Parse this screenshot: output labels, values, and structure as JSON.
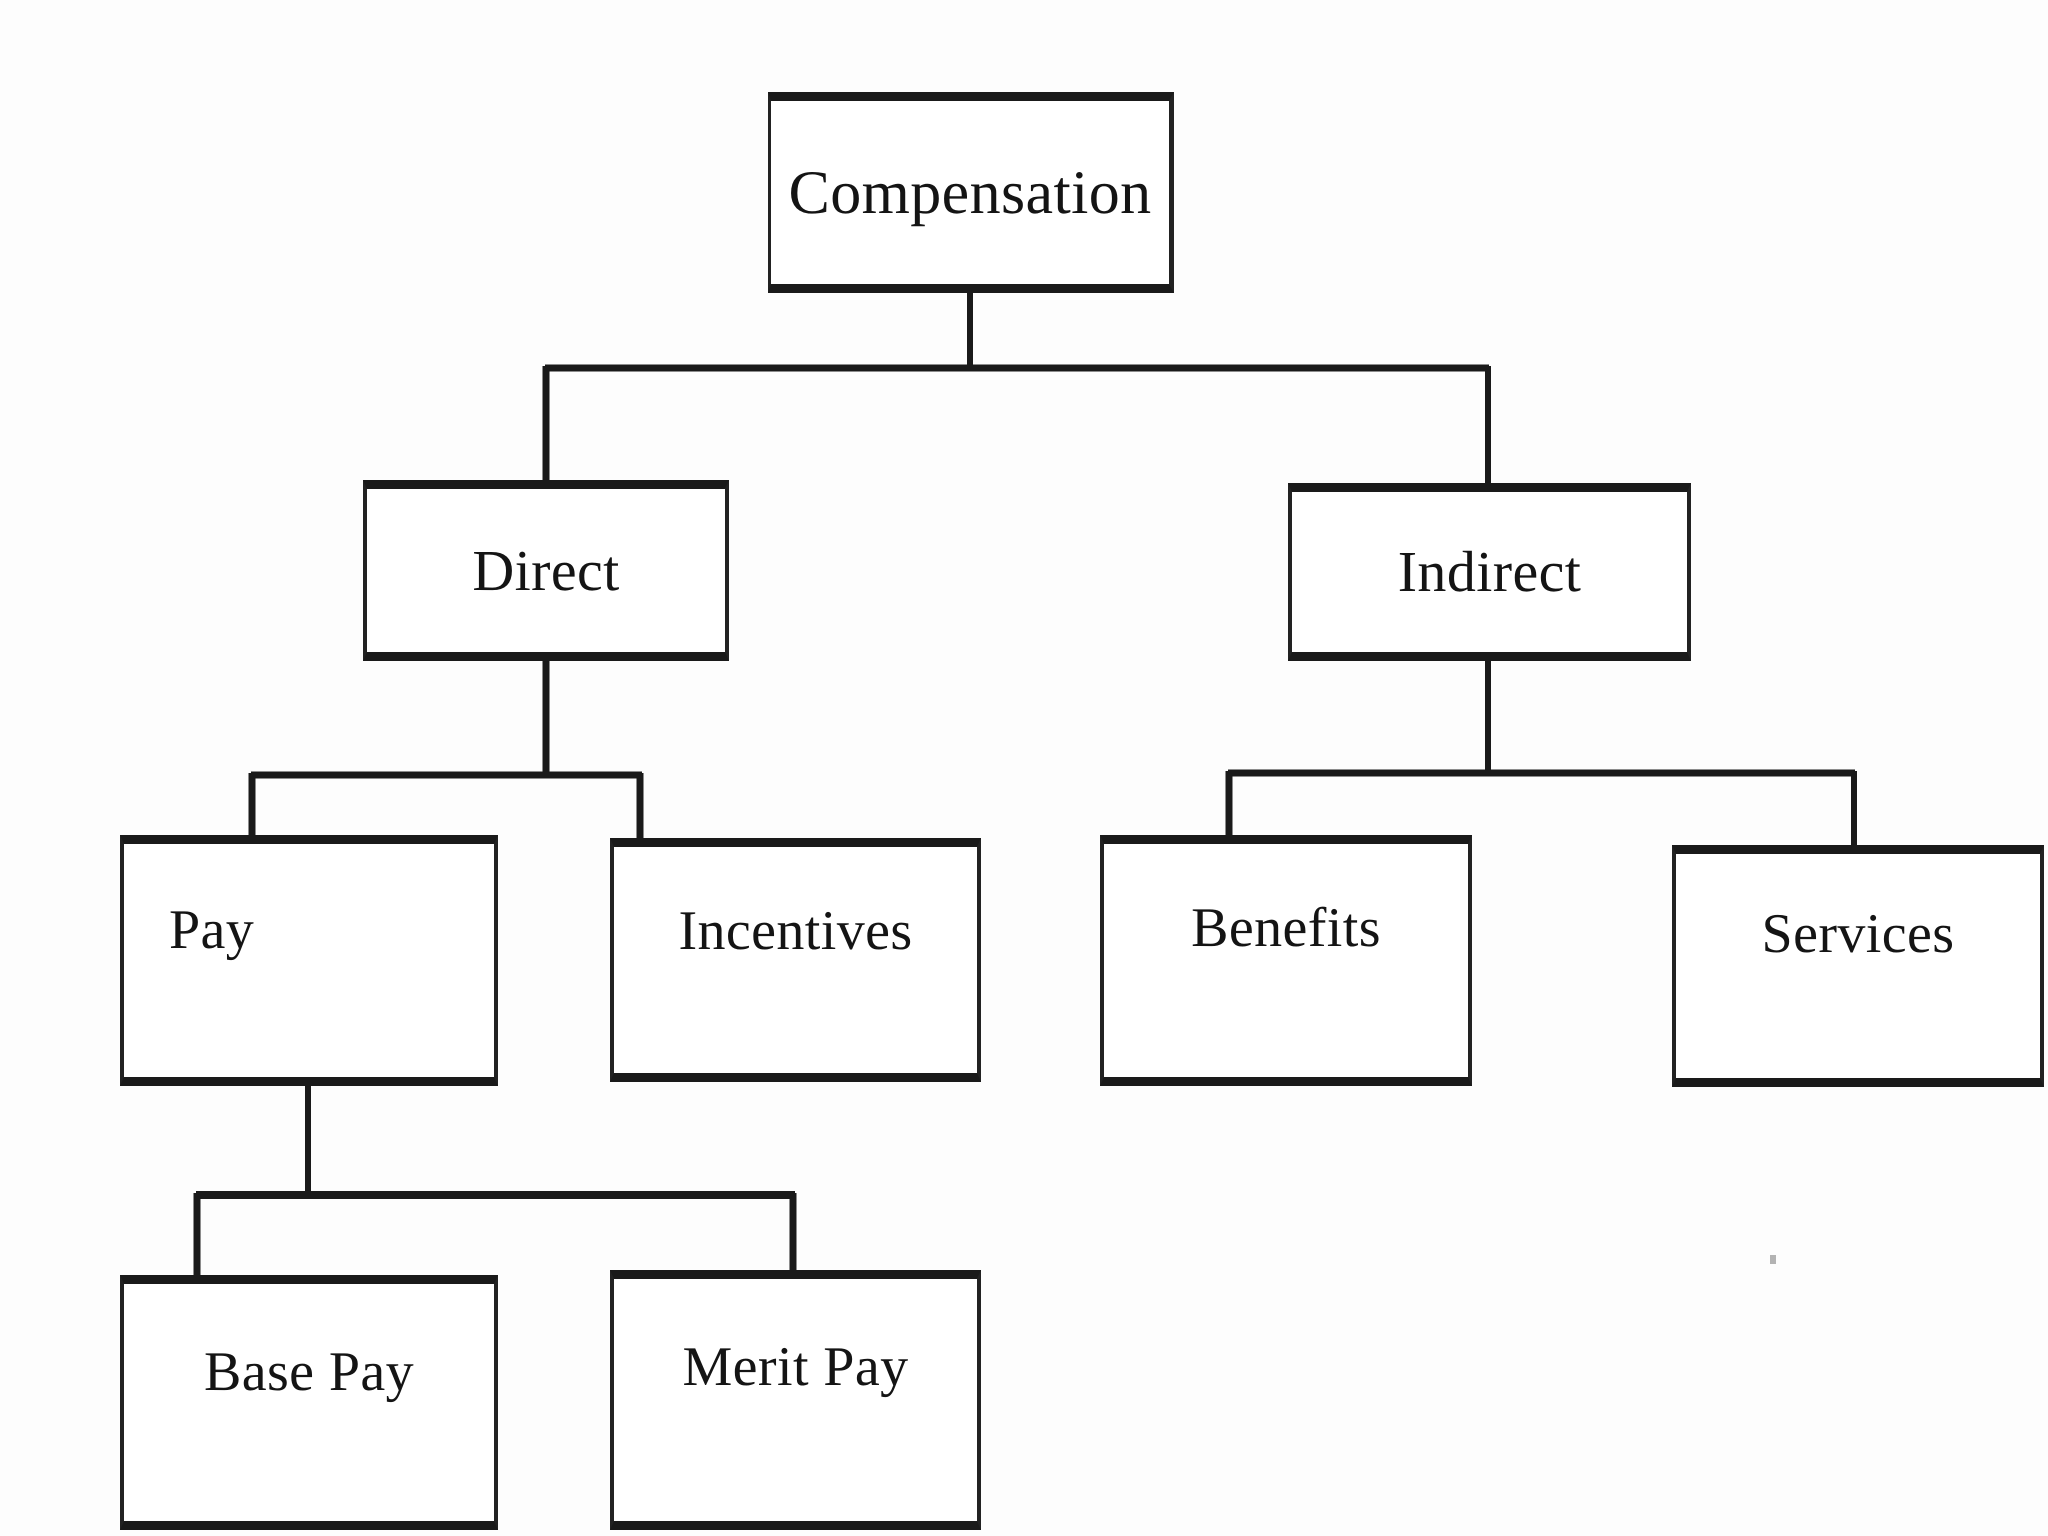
{
  "diagram": {
    "title": "Compensation",
    "type": "hierarchy-tree",
    "orientation": "top-down",
    "background_color": "#fdfdfd",
    "line_color": "#1a1a1a",
    "text_color": "#141414",
    "nodes": [
      {
        "id": "compensation",
        "label": "Compensation",
        "level": 0,
        "parent": null
      },
      {
        "id": "direct",
        "label": "Direct",
        "level": 1,
        "parent": "compensation"
      },
      {
        "id": "indirect",
        "label": "Indirect",
        "level": 1,
        "parent": "compensation"
      },
      {
        "id": "pay",
        "label": "Pay",
        "level": 2,
        "parent": "direct"
      },
      {
        "id": "incentives",
        "label": "Incentives",
        "level": 2,
        "parent": "direct"
      },
      {
        "id": "benefits",
        "label": "Benefits",
        "level": 2,
        "parent": "indirect"
      },
      {
        "id": "services",
        "label": "Services",
        "level": 2,
        "parent": "indirect"
      },
      {
        "id": "base_pay",
        "label": "Base Pay",
        "level": 3,
        "parent": "pay"
      },
      {
        "id": "merit_pay",
        "label": "Merit Pay",
        "level": 3,
        "parent": "pay"
      }
    ],
    "edges": [
      {
        "from": "compensation",
        "to": "direct"
      },
      {
        "from": "compensation",
        "to": "indirect"
      },
      {
        "from": "direct",
        "to": "pay"
      },
      {
        "from": "direct",
        "to": "incentives"
      },
      {
        "from": "indirect",
        "to": "benefits"
      },
      {
        "from": "indirect",
        "to": "services"
      },
      {
        "from": "pay",
        "to": "base_pay"
      },
      {
        "from": "pay",
        "to": "merit_pay"
      }
    ],
    "artifact": {
      "name": "scan-speck",
      "color": "#9a9a9a"
    }
  }
}
